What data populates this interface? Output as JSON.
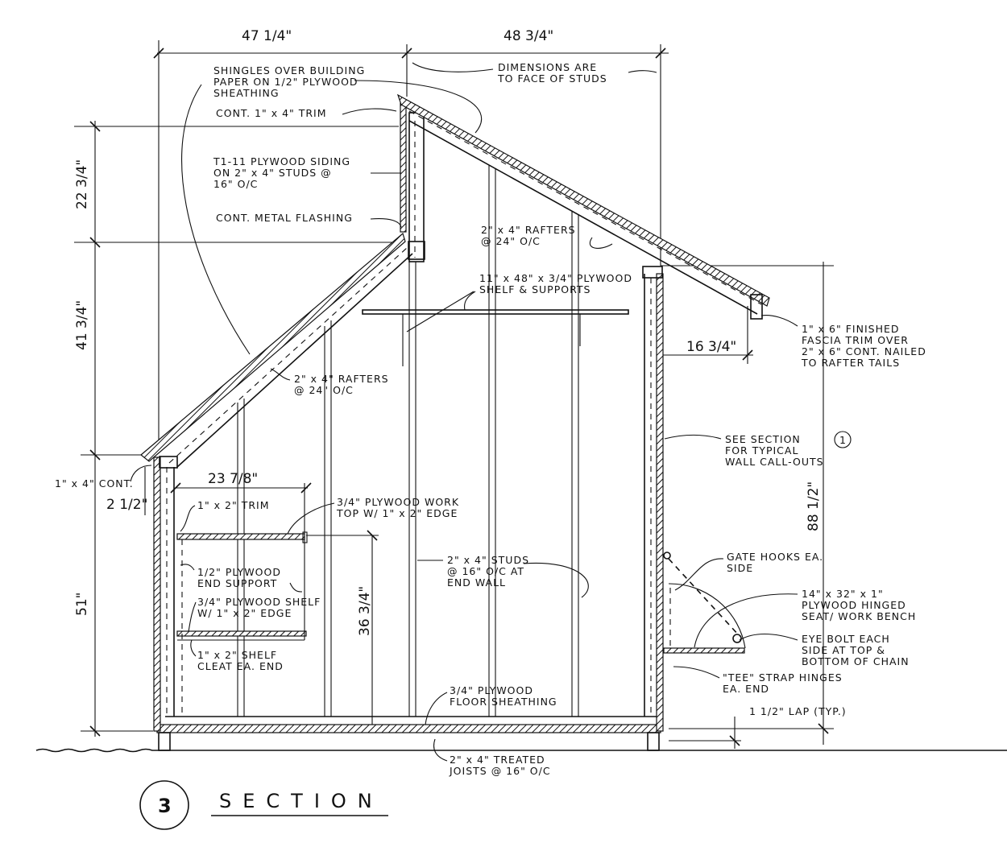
{
  "drawing": {
    "title": "SECTION",
    "section_number": "3",
    "colors": {
      "ink": "#111111",
      "paper": "#ffffff"
    }
  },
  "dimensions": {
    "top_left": "47 1/4\"",
    "top_right": "48 3/4\"",
    "left_upper": "22 3/4\"",
    "left_middle": "41 3/4\"",
    "left_lower": "51\"",
    "right_full": "88 1/2\"",
    "overhang": "16 3/4\"",
    "bench_width": "23 7/8\"",
    "bench_height": "36 3/4\"",
    "trim_offset": "2 1/2\"",
    "lap": "1 1/2\" LAP (TYP.)"
  },
  "callouts": {
    "shingles": [
      "SHINGLES OVER BUILDING",
      "PAPER ON 1/2\" PLYWOOD",
      "SHEATHING"
    ],
    "dims_note": [
      "DIMENSIONS ARE",
      "TO FACE OF STUDS"
    ],
    "cont_trim": "CONT. 1\" x 4\" TRIM",
    "siding": [
      "T1-11 PLYWOOD SIDING",
      "ON 2\" x 4\" STUDS @",
      "16\" O/C"
    ],
    "flashing": "CONT. METAL FLASHING",
    "rafters_upper": [
      "2\" x 4\" RAFTERS",
      "@ 24\" O/C"
    ],
    "shelf_upper": [
      "11\" x 48\" x 3/4\" PLYWOOD",
      "SHELF & SUPPORTS"
    ],
    "fascia": [
      "1\" x 6\" FINISHED",
      "FASCIA TRIM OVER",
      "2\" x 6\" CONT. NAILED",
      "TO RAFTER TAILS"
    ],
    "rafters_lower": [
      "2\" x 4\" RAFTERS",
      "@ 24\" O/C"
    ],
    "see_section": [
      "SEE SECTION",
      "FOR TYPICAL",
      "WALL CALL-OUTS"
    ],
    "see_section_ref": "1",
    "cont_1x4": "1\" x 4\" CONT.",
    "trim_1x2": "1\" x 2\" TRIM",
    "work_top": [
      "3/4\" PLYWOOD WORK",
      "TOP W/ 1\" x 2\" EDGE"
    ],
    "end_support": [
      "1/2\" PLYWOOD",
      "END SUPPORT"
    ],
    "shelf_lower": [
      "3/4\" PLYWOOD SHELF",
      "W/ 1\" x 2\" EDGE"
    ],
    "shelf_cleat": [
      "1\" x 2\" SHELF",
      "CLEAT EA. END"
    ],
    "studs": [
      "2\" x 4\" STUDS",
      "@ 16\" O/C AT",
      "END WALL"
    ],
    "gate_hooks": [
      "GATE HOOKS EA.",
      "SIDE"
    ],
    "bench": [
      "14\" x 32\" x 1\"",
      "PLYWOOD HINGED",
      "SEAT/ WORK BENCH"
    ],
    "eye_bolt": [
      "EYE BOLT EACH",
      "SIDE AT TOP &",
      "BOTTOM OF CHAIN"
    ],
    "tee_hinges": [
      "\"TEE\" STRAP HINGES",
      "EA. END"
    ],
    "floor": [
      "3/4\" PLYWOOD",
      "FLOOR SHEATHING"
    ],
    "joists": [
      "2\" x 4\" TREATED",
      "JOISTS @ 16\" O/C"
    ]
  }
}
